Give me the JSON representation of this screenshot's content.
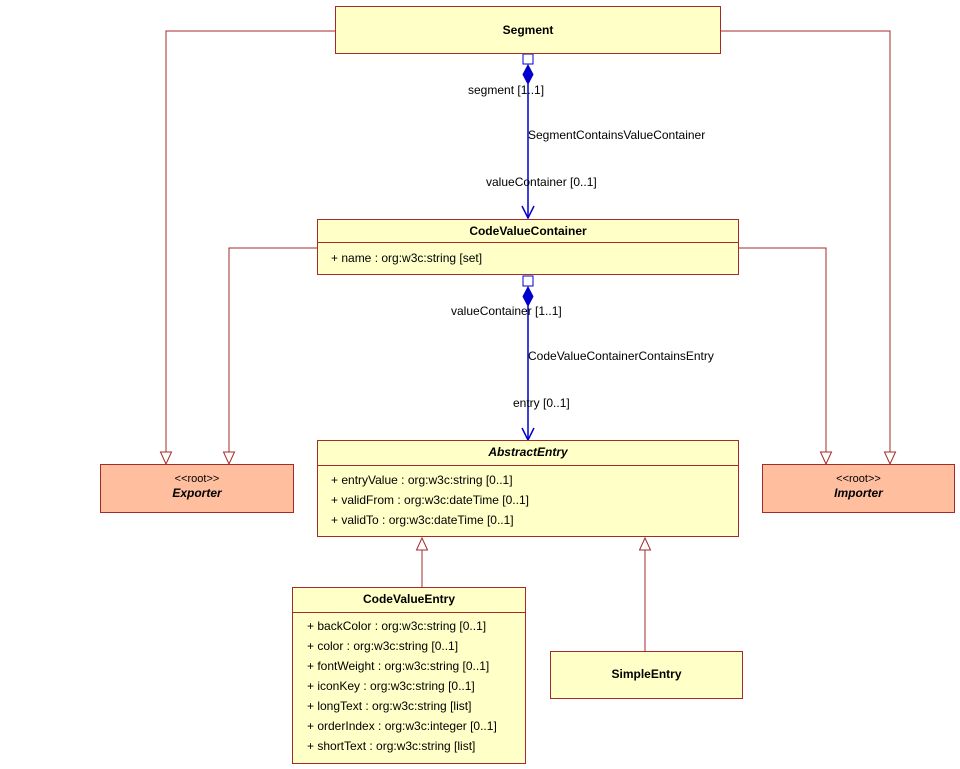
{
  "classes": {
    "segment": {
      "name": "Segment"
    },
    "code_value_container": {
      "name": "CodeValueContainer",
      "attributes": [
        "+ name : org:w3c:string [set]"
      ]
    },
    "abstract_entry": {
      "name": "AbstractEntry",
      "attributes": [
        "+ entryValue : org:w3c:string [0..1]",
        "+ validFrom : org:w3c:dateTime [0..1]",
        "+ validTo : org:w3c:dateTime [0..1]"
      ]
    },
    "code_value_entry": {
      "name": "CodeValueEntry",
      "attributes": [
        "+ backColor : org:w3c:string [0..1]",
        "+ color : org:w3c:string [0..1]",
        "+ fontWeight : org:w3c:string [0..1]",
        "+ iconKey : org:w3c:string [0..1]",
        "+ longText : org:w3c:string [list]",
        "+ orderIndex : org:w3c:integer [0..1]",
        "+ shortText : org:w3c:string [list]"
      ]
    },
    "simple_entry": {
      "name": "SimpleEntry"
    },
    "exporter": {
      "stereotype": "<<root>>",
      "name": "Exporter"
    },
    "importer": {
      "stereotype": "<<root>>",
      "name": "Importer"
    }
  },
  "associations": {
    "segment_value_container": {
      "name": "SegmentContainsValueContainer",
      "source_role": "segment [1..1]",
      "target_role": "valueContainer [0..1]"
    },
    "container_entry": {
      "name": "CodeValueContainerContainsEntry",
      "source_role": "valueContainer [1..1]",
      "target_role": "entry [0..1]"
    }
  },
  "colors": {
    "class_fill": "#ffffc8",
    "root_fill": "#ffbe9e",
    "border": "#a52a2a",
    "association": "#0000cc"
  }
}
